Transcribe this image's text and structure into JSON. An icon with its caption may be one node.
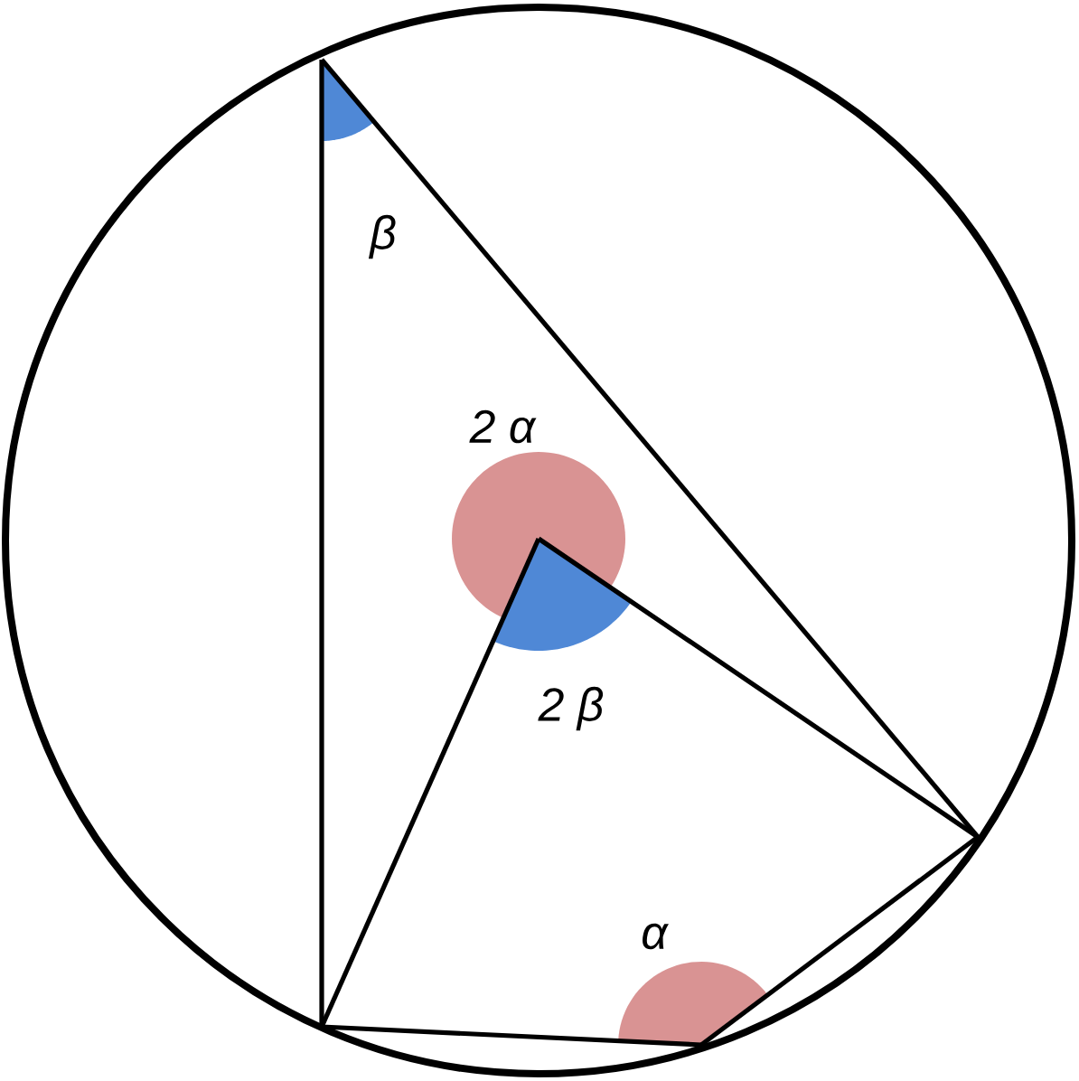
{
  "diagram": {
    "labels": [
      "β",
      "2 α",
      "2 β",
      "α"
    ]
  }
}
